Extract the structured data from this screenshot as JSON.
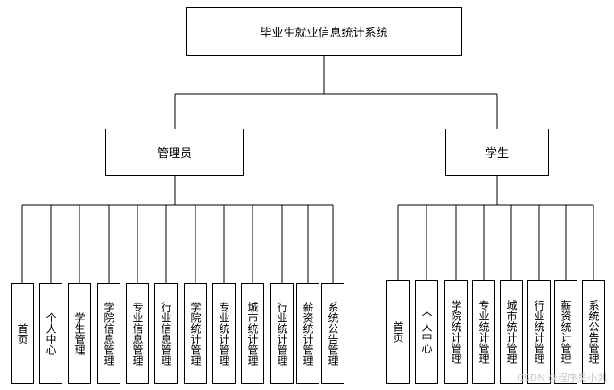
{
  "root": {
    "label": "毕业生就业信息统计系统"
  },
  "groups": [
    {
      "label": "管理员",
      "children": [
        "首页",
        "个人中心",
        "学生管理",
        "学院信息管理",
        "专业信息管理",
        "行业信息管理",
        "学院统计管理",
        "专业统计管理",
        "城市统计管理",
        "行业统计管理",
        "薪资统计管理",
        "系统公告管理"
      ]
    },
    {
      "label": "学生",
      "children": [
        "首页",
        "个人中心",
        "学院统计管理",
        "专业统计管理",
        "城市统计管理",
        "行业统计管理",
        "薪资统计管理",
        "系统公告管理"
      ]
    }
  ],
  "watermark": "CSDN @程序员小刘"
}
